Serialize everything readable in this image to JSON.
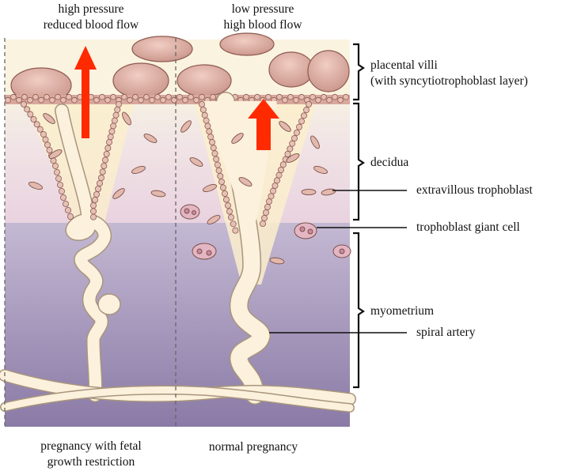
{
  "top_labels": {
    "left_line1": "high pressure",
    "left_line2": "reduced blood flow",
    "right_line1": "low pressure",
    "right_line2": "high blood flow"
  },
  "right_labels": {
    "placental_villi_line1": "placental villi",
    "placental_villi_line2": "(with syncytiotrophoblast layer)",
    "decidua": "decidua",
    "extravillous_trophoblast": "extravillous trophoblast",
    "trophoblast_giant_cell": "trophoblast giant cell",
    "myometrium": "myometrium",
    "spiral_artery": "spiral artery"
  },
  "bottom_labels": {
    "left_line1": "pregnancy with fetal",
    "left_line2": "growth restriction",
    "right": "normal pregnancy"
  },
  "colors": {
    "villi": "#d9aaa0",
    "decidua": "#eedde6",
    "myometrium": "#9888b0",
    "artery": "#fbf1dc",
    "arrow": "#ff2a00",
    "cell_outline": "#7a5048"
  }
}
